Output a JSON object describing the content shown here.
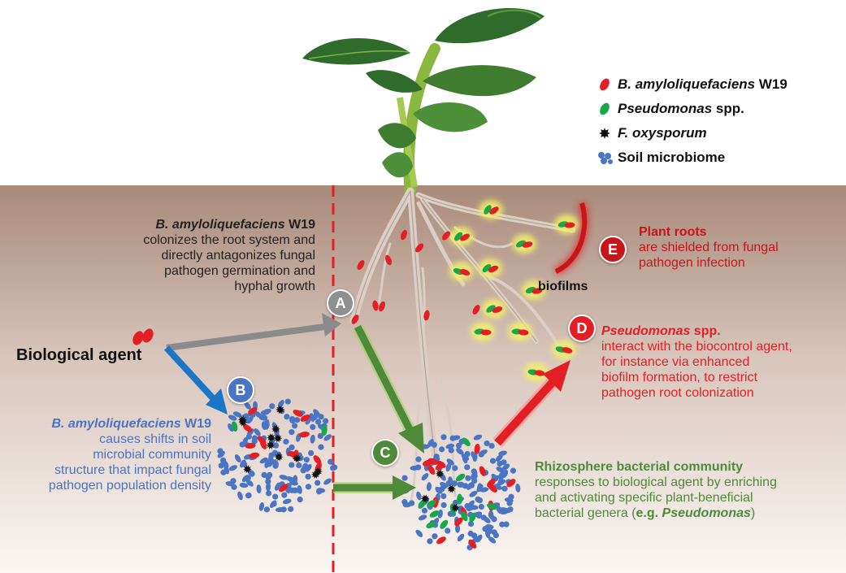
{
  "legend": {
    "items": [
      {
        "italic": "B. amyloliquefaciens",
        "rest": " W19",
        "icon": "red-bacterium-icon",
        "color": "#e31e24"
      },
      {
        "italic": "Pseudomonas",
        "rest": " spp.",
        "icon": "green-bacterium-icon",
        "color": "#18a84b"
      },
      {
        "italic": "F. oxysporum",
        "rest": "",
        "icon": "fungal-spore-icon",
        "color": "#111111"
      },
      {
        "italic": "",
        "rest": "Soil microbiome",
        "icon": "soil-microbiome-icon",
        "color": "#4a74c4"
      }
    ]
  },
  "badges": {
    "a": "A",
    "b": "B",
    "c": "C",
    "d": "D",
    "e": "E"
  },
  "colors": {
    "soil_top": "#a88a79",
    "soil_bottom": "#fbf6f3",
    "red": "#e31e24",
    "blue": "#4a74c4",
    "green": "#4f8a3a",
    "gray_arrow": "#8b8b8b",
    "badge_gray": "#8f8f8f"
  },
  "text": {
    "biological_agent": "Biological agent",
    "a_title_italic": "B. amyloliquefaciens",
    "a_title_rest": " W19",
    "a_lines": [
      "colonizes the root system and",
      "directly antagonizes fungal",
      "pathogen germination and",
      "hyphal growth"
    ],
    "b_title_italic": "B. amyloliquefaciens",
    "b_title_rest": " W19",
    "b_lines": [
      "causes shifts in soil",
      "microbial community",
      "structure that impact fungal",
      "pathogen population density"
    ],
    "c_title": "Rhizosphere bacterial community",
    "c_lines": [
      "responses to biological agent by enriching",
      "and activating specific plant-beneficial"
    ],
    "c_last_pre": "bacterial genera (",
    "c_last_bold": "e.g. ",
    "c_last_bold_italic": "Pseudomonas",
    "c_last_post": ")",
    "d_title_italic": "Pseudomonas",
    "d_title_rest": " spp.",
    "d_lines": [
      "interact with the biocontrol agent,",
      "for instance via enhanced",
      "biofilm formation, to restrict",
      "pathogen root colonization"
    ],
    "e_title": "Plant roots",
    "e_lines": [
      "are shielded from fungal",
      "pathogen infection"
    ],
    "biofilms": "biofilms"
  }
}
